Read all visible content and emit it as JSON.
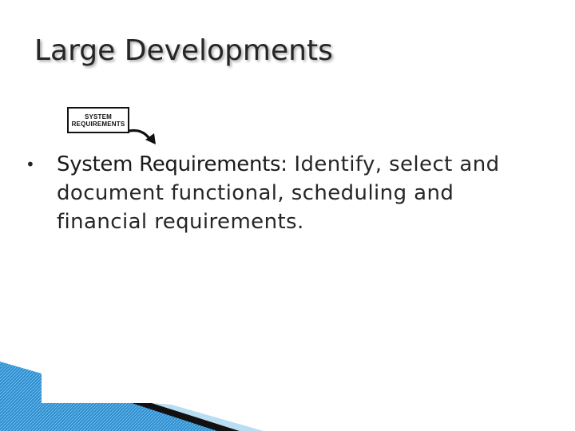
{
  "slide": {
    "title": "Large Developments",
    "icon": {
      "name": "system-requirements-box-icon",
      "line1": "SYSTEM",
      "line2": "REQUIREMENTS"
    },
    "bullets": [
      {
        "marker": "•",
        "term": "System Requirements:",
        "description": " Identify, select and document functional, scheduling and financial requirements."
      }
    ]
  },
  "colors": {
    "text": "#262626",
    "accent_blue": "#2f8fd0",
    "accent_dark": "#111111"
  }
}
